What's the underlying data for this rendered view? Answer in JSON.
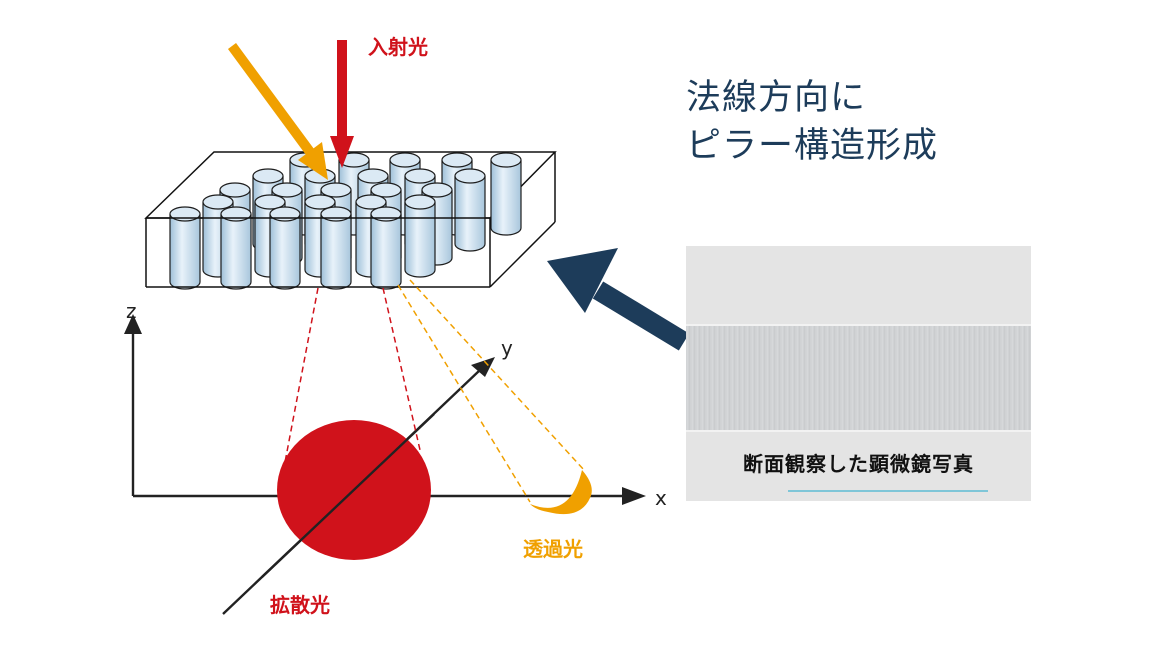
{
  "labels": {
    "incident": "入射光",
    "transmitted": "透過光",
    "diffused": "拡散光",
    "axis_x": "x",
    "axis_y": "y",
    "axis_z": "z"
  },
  "heading": {
    "line1": "法線方向に",
    "line2": "ピラー構造形成"
  },
  "photo": {
    "caption": "断面観察した顕微鏡写真"
  },
  "colors": {
    "red": "#d0121b",
    "orange": "#f0a000",
    "navy": "#1d3c5a",
    "pillar": "#c7dcec"
  }
}
